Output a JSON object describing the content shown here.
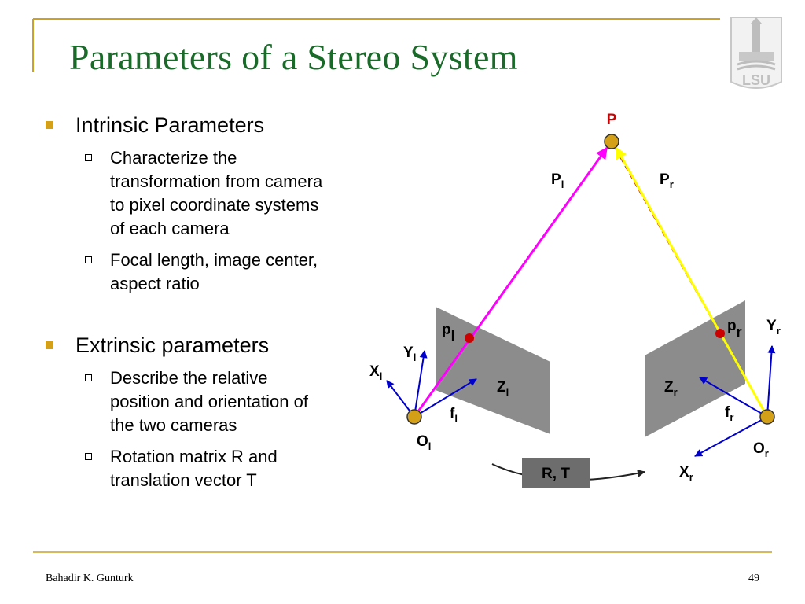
{
  "slide": {
    "title": "Parameters of a Stereo System",
    "footer_author": "Bahadir K. Gunturk",
    "page_number": "49",
    "logo_text": "LSU"
  },
  "bullets": [
    {
      "text": "Intrinsic Parameters",
      "sub": [
        [
          "Characterize the",
          "transformation from camera",
          "to pixel coordinate systems",
          "of each camera"
        ],
        [
          "Focal length, image center,",
          "aspect ratio"
        ]
      ]
    },
    {
      "text": "Extrinsic parameters",
      "sub": [
        [
          "Describe the relative",
          "position and orientation of",
          "the two cameras"
        ],
        [
          "Rotation matrix R and",
          "translation vector T"
        ]
      ]
    }
  ],
  "diagram": {
    "point_label": "P",
    "Pl": {
      "main": "P",
      "sub": "l"
    },
    "Pr": {
      "main": "P",
      "sub": "r"
    },
    "pl": {
      "main": "p",
      "sub": "l"
    },
    "pr": {
      "main": "p",
      "sub": "r"
    },
    "Yl": {
      "main": "Y",
      "sub": "l"
    },
    "Xl": {
      "main": "X",
      "sub": "l"
    },
    "Zl": {
      "main": "Z",
      "sub": "l"
    },
    "fl": {
      "main": "f",
      "sub": "l"
    },
    "Ol": {
      "main": "O",
      "sub": "l"
    },
    "Yr": {
      "main": "Y",
      "sub": "r"
    },
    "Xr": {
      "main": "X",
      "sub": "r"
    },
    "Zr": {
      "main": "Z",
      "sub": "r"
    },
    "fr": {
      "main": "f",
      "sub": "r"
    },
    "Or": {
      "main": "O",
      "sub": "r"
    },
    "rt_label": "R, T",
    "colors": {
      "title": "#1a6b2a",
      "accent": "#d4a017",
      "left_ray": "#ff00ff",
      "right_ray": "#ffff00",
      "axes": "#0000cc",
      "point": "#cc0000"
    }
  }
}
